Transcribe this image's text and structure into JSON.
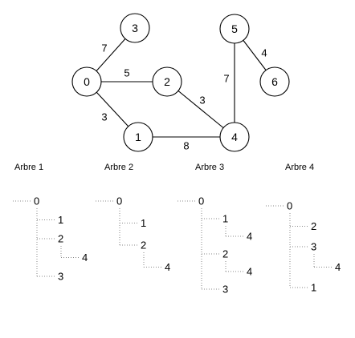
{
  "graph": {
    "nodes": [
      {
        "id": "0",
        "label": "0"
      },
      {
        "id": "1",
        "label": "1"
      },
      {
        "id": "2",
        "label": "2"
      },
      {
        "id": "3",
        "label": "3"
      },
      {
        "id": "4",
        "label": "4"
      },
      {
        "id": "5",
        "label": "5"
      },
      {
        "id": "6",
        "label": "6"
      }
    ],
    "edges": [
      {
        "from": "0",
        "to": "3",
        "weight": "7"
      },
      {
        "from": "0",
        "to": "2",
        "weight": "5"
      },
      {
        "from": "0",
        "to": "1",
        "weight": "3"
      },
      {
        "from": "1",
        "to": "4",
        "weight": "8"
      },
      {
        "from": "2",
        "to": "4",
        "weight": "3"
      },
      {
        "from": "5",
        "to": "4",
        "weight": "7"
      },
      {
        "from": "5",
        "to": "6",
        "weight": "4"
      }
    ]
  },
  "trees": [
    {
      "title": "Arbre 1",
      "nodes": [
        {
          "label": "0",
          "depth": 0,
          "parent": null
        },
        {
          "label": "1",
          "depth": 1,
          "parent": 0
        },
        {
          "label": "2",
          "depth": 1,
          "parent": 0
        },
        {
          "label": "4",
          "depth": 2,
          "parent": 2
        },
        {
          "label": "3",
          "depth": 1,
          "parent": 0
        }
      ]
    },
    {
      "title": "Arbre 2",
      "nodes": [
        {
          "label": "0",
          "depth": 0,
          "parent": null
        },
        {
          "label": "1",
          "depth": 1,
          "parent": 0
        },
        {
          "label": "2",
          "depth": 1,
          "parent": 0
        },
        {
          "label": "4",
          "depth": 2,
          "parent": 2
        }
      ]
    },
    {
      "title": "Arbre 3",
      "nodes": [
        {
          "label": "0",
          "depth": 0,
          "parent": null
        },
        {
          "label": "1",
          "depth": 1,
          "parent": 0
        },
        {
          "label": "4",
          "depth": 2,
          "parent": 1
        },
        {
          "label": "2",
          "depth": 1,
          "parent": 0
        },
        {
          "label": "4",
          "depth": 2,
          "parent": 3
        },
        {
          "label": "3",
          "depth": 1,
          "parent": 0
        }
      ]
    },
    {
      "title": "Arbre 4",
      "nodes": [
        {
          "label": "0",
          "depth": 0,
          "parent": null
        },
        {
          "label": "2",
          "depth": 1,
          "parent": 0
        },
        {
          "label": "3",
          "depth": 1,
          "parent": 0
        },
        {
          "label": "4",
          "depth": 2,
          "parent": 2
        },
        {
          "label": "1",
          "depth": 1,
          "parent": 0
        }
      ]
    }
  ]
}
